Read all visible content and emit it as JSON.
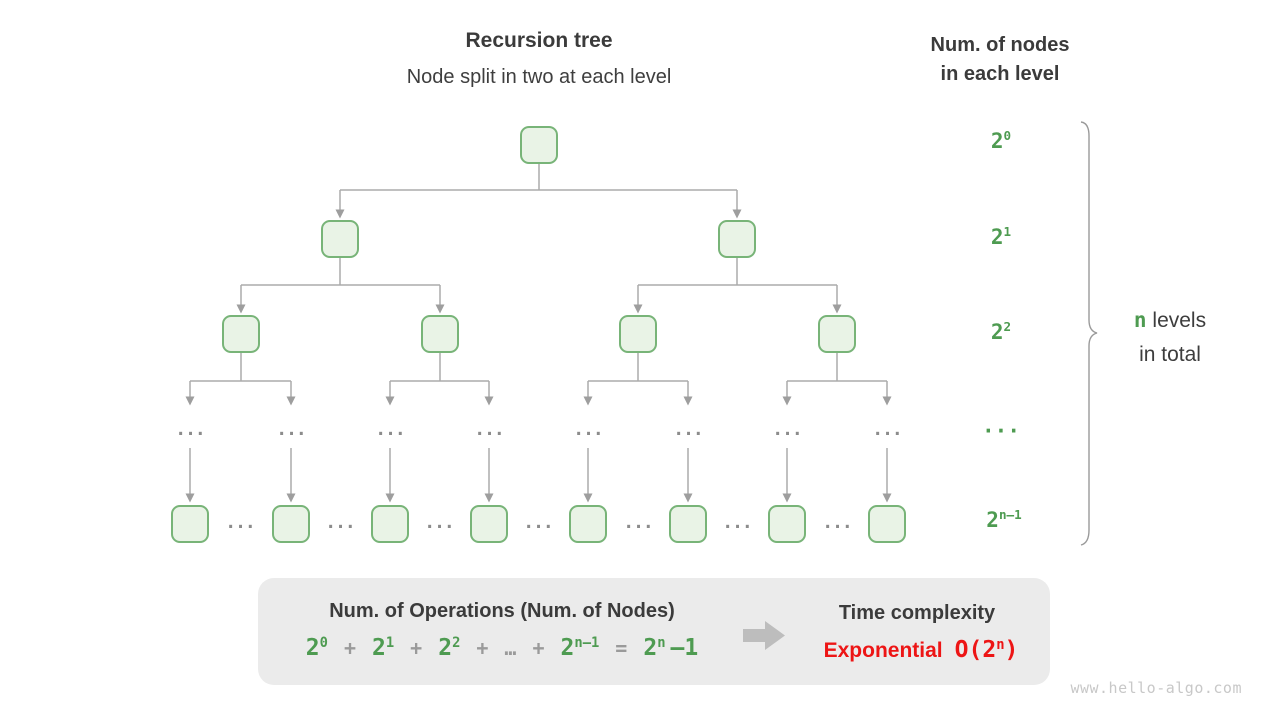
{
  "header": {
    "title": "Recursion tree",
    "subtitle": "Node split in two at each level"
  },
  "right_header": {
    "line1": "Num. of nodes",
    "line2": "in each level"
  },
  "levels": [
    {
      "base": "2",
      "sup": "0"
    },
    {
      "base": "2",
      "sup": "1"
    },
    {
      "base": "2",
      "sup": "2"
    },
    {
      "base": "···",
      "sup": ""
    },
    {
      "base": "2",
      "sup": "n–1"
    }
  ],
  "brace_note": {
    "highlight": "n",
    "text": " levels",
    "line2": "in total"
  },
  "tree": {
    "ellipsis": "···",
    "node_count_per_level": [
      1,
      2,
      4,
      8
    ]
  },
  "summary": {
    "operations_title": "Num. of Operations (Num. of Nodes)",
    "formula_tokens": [
      {
        "text": "2",
        "sup": "0",
        "color": "green"
      },
      {
        "text": "+",
        "color": "gray"
      },
      {
        "text": "2",
        "sup": "1",
        "color": "green"
      },
      {
        "text": "+",
        "color": "gray"
      },
      {
        "text": "2",
        "sup": "2",
        "color": "green"
      },
      {
        "text": "+",
        "color": "gray"
      },
      {
        "text": "…",
        "color": "gray"
      },
      {
        "text": "+",
        "color": "gray"
      },
      {
        "text": "2",
        "sup": "n–1",
        "color": "green"
      },
      {
        "text": "=",
        "color": "gray"
      },
      {
        "text": "2",
        "sup": "n",
        "color": "green"
      },
      {
        "text": "–1",
        "color": "green",
        "tight": true
      }
    ],
    "complexity_title": "Time complexity",
    "complexity_label": "Exponential",
    "big_o": {
      "prefix": "O(2",
      "sup": "n",
      "suffix": ")"
    }
  },
  "watermark": "www.hello-algo.com",
  "colors": {
    "node_border": "#78b478",
    "node_fill": "#e9f3e6",
    "green_text": "#4e9b51",
    "red_text": "#ed1515",
    "connector_gray": "#ababab",
    "box_gray": "#ebebeb"
  }
}
